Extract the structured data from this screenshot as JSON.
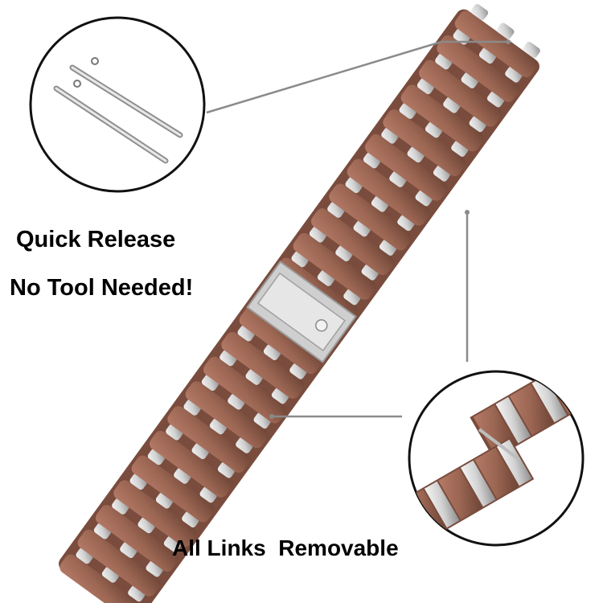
{
  "product_image": {
    "name": "two-tone stainless steel watch band",
    "colors": {
      "rose_link": "#9a6552",
      "rose_dark": "#6e4536",
      "silver_link": "#dcdcdc",
      "silver_dark": "#9a9a9a",
      "callout_line": "#8a8a8a"
    }
  },
  "callouts": {
    "quick_release_title": "Quick Release",
    "quick_release_subtitle": "No Tool Needed!",
    "links_label": "All Links  Removable"
  }
}
